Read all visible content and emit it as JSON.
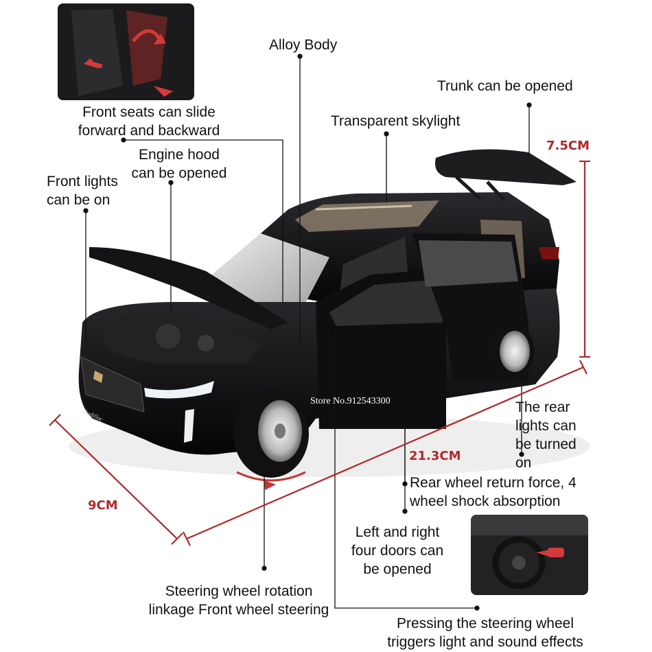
{
  "labels": {
    "alloy_body": "Alloy Body",
    "trunk": "Trunk can be opened",
    "seats_l1": "Front seats can slide",
    "seats_l2": "forward and backward",
    "skylight": "Transparent skylight",
    "hood_l1": "Engine hood",
    "hood_l2": "can be opened",
    "front_lights_l1": "Front lights",
    "front_lights_l2": "can be on",
    "rear_lights_l1": "The rear",
    "rear_lights_l2": "lights can",
    "rear_lights_l3": "be turned",
    "rear_lights_l4": "on",
    "rear_wheel_l1": "Rear wheel return force, 4",
    "rear_wheel_l2": "wheel shock absorption",
    "doors_l1": "Left and right",
    "doors_l2": "four doors can",
    "doors_l3": "be opened",
    "steering_l1": "Steering wheel rotation",
    "steering_l2": "linkage Front wheel steering",
    "press_l1": "Pressing the steering wheel",
    "press_l2": "triggers light and sound effects"
  },
  "dimensions": {
    "height": "7.5CM",
    "length": "21.3CM",
    "width": "9CM"
  },
  "watermark": "Store No.912543300",
  "brand_badge": "Cadillac",
  "colors": {
    "dimension_red": "#b0282a",
    "car_body": "#0b0b0d",
    "leader_line": "#111111"
  }
}
